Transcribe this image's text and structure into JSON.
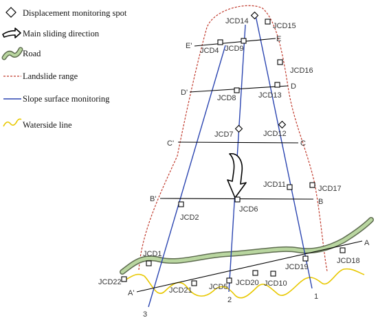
{
  "legend": [
    {
      "key": "spot",
      "label": "Displacement monitoring spot",
      "icon": "diamond-marker-icon"
    },
    {
      "key": "sliding",
      "label": "Main sliding direction",
      "icon": "outline-arrow-icon"
    },
    {
      "key": "road",
      "label": "Road",
      "icon": "road-icon"
    },
    {
      "key": "range",
      "label": "Landslide range",
      "icon": "dashed-red-line-icon"
    },
    {
      "key": "slope",
      "label": "Slope surface monitoring",
      "icon": "blue-line-icon"
    },
    {
      "key": "water",
      "label": "Waterside line",
      "icon": "yellow-wave-icon"
    }
  ],
  "colors": {
    "landslide_range": "#c0392b",
    "slope_monitoring": "#2a44b0",
    "road_outer": "#5d6b4f",
    "road_fill": "#b9d6a0",
    "waterside": "#e8c800",
    "section_line": "#000000",
    "label": "#333333"
  },
  "sections": [
    {
      "id": "A",
      "start": "A'",
      "end": "A"
    },
    {
      "id": "B",
      "start": "B'",
      "end": "B"
    },
    {
      "id": "C",
      "start": "C'",
      "end": "C"
    },
    {
      "id": "D",
      "start": "D'",
      "end": "D"
    },
    {
      "id": "E",
      "start": "E'",
      "end": "E"
    }
  ],
  "monitoring_lines": [
    "1",
    "2",
    "3"
  ],
  "stations": [
    "JCD1",
    "JCD2",
    "JCD4",
    "JCD5",
    "JCD6",
    "JCD7",
    "JCD8",
    "JCD9",
    "JCD10",
    "JCD11",
    "JCD12",
    "JCD13",
    "JCD14",
    "JCD15",
    "JCD16",
    "JCD17",
    "JCD18",
    "JCD19",
    "JCD20",
    "JCD21",
    "JCD22"
  ]
}
